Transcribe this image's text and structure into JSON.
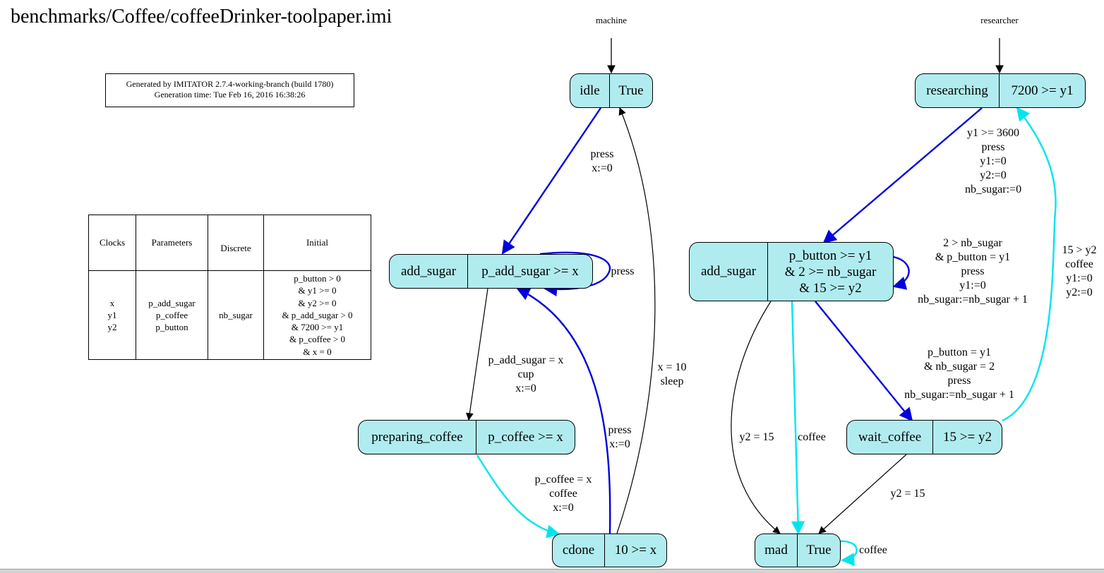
{
  "title": "benchmarks/Coffee/coffeeDrinker-toolpaper.imi",
  "generated": {
    "line1": "Generated by IMITATOR 2.7.4-working-branch (build 1780)",
    "line2": "Generation time: Tue Feb 16, 2016 16:38:26"
  },
  "legend": {
    "headers": [
      "Clocks",
      "Parameters",
      "Discrete",
      "Initial"
    ],
    "clocks": [
      "x",
      "y1",
      "y2"
    ],
    "parameters": [
      "p_add_sugar",
      "p_coffee",
      "p_button"
    ],
    "discrete": [
      "nb_sugar"
    ],
    "initial": [
      "p_button > 0",
      "& y1 >= 0",
      "& y2 >= 0",
      "& p_add_sugar > 0",
      "& 7200 >= y1",
      "& p_coffee > 0",
      "& x = 0"
    ]
  },
  "automata": {
    "machine": "machine",
    "researcher": "researcher"
  },
  "nodes": {
    "idle": {
      "name": "idle",
      "invariant": "True"
    },
    "add_sugar_m": {
      "name": "add_sugar",
      "invariant": "p_add_sugar >= x"
    },
    "preparing_coffee": {
      "name": "preparing_coffee",
      "invariant": "p_coffee >= x"
    },
    "cdone": {
      "name": "cdone",
      "invariant": "10 >= x"
    },
    "researching": {
      "name": "researching",
      "invariant": "7200 >= y1"
    },
    "add_sugar_r": {
      "name": "add_sugar",
      "invariant": [
        "p_button >= y1",
        "& 2 >= nb_sugar",
        "& 15 >= y2"
      ]
    },
    "wait_coffee": {
      "name": "wait_coffee",
      "invariant": "15 >= y2"
    },
    "mad": {
      "name": "mad",
      "invariant": "True"
    }
  },
  "edge_labels": {
    "idle_to_add_sugar": [
      "press",
      "x:=0"
    ],
    "add_sugar_self": [
      "press"
    ],
    "add_sugar_to_preparing": [
      "p_add_sugar = x",
      "cup",
      "x:=0"
    ],
    "preparing_to_cdone": [
      "p_coffee = x",
      "coffee",
      "x:=0"
    ],
    "cdone_to_add_sugar": [
      "press",
      "x:=0"
    ],
    "cdone_to_idle": [
      "x = 10",
      "sleep"
    ],
    "researching_to_add_sugar": [
      "y1 >= 3600",
      "press",
      "y1:=0",
      "y2:=0",
      "nb_sugar:=0"
    ],
    "add_sugar_r_self": [
      "2 > nb_sugar",
      "& p_button = y1",
      "press",
      "y1:=0",
      "nb_sugar:=nb_sugar + 1"
    ],
    "wait_to_researching": [
      "15 > y2",
      "coffee",
      "y1:=0",
      "y2:=0"
    ],
    "add_sugar_to_wait": [
      "p_button = y1",
      "& nb_sugar = 2",
      "press",
      "nb_sugar:=nb_sugar + 1"
    ],
    "add_sugar_to_mad_y2": [
      "y2 = 15"
    ],
    "add_sugar_to_mad_coffee": [
      "coffee"
    ],
    "wait_to_mad": [
      "y2 = 15"
    ],
    "mad_self": [
      "coffee"
    ]
  },
  "colors": {
    "node_fill": "#b0ecef",
    "edge_blue": "#0000dd",
    "edge_cyan": "#00e5ee",
    "edge_black": "#000000"
  }
}
